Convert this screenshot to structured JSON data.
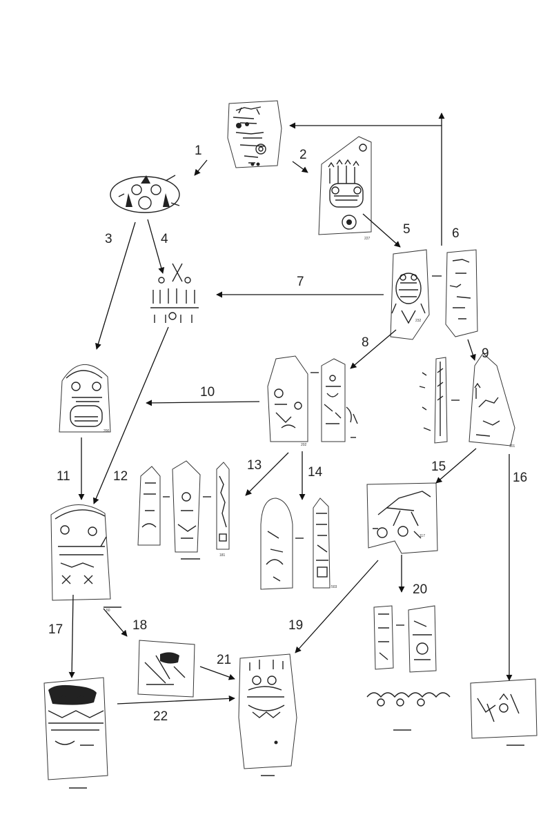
{
  "diagram": {
    "edge_labels": [
      "1",
      "2",
      "3",
      "4",
      "5",
      "6",
      "7",
      "8",
      "9",
      "10",
      "11",
      "12",
      "13",
      "14",
      "15",
      "16",
      "17",
      "18",
      "19",
      "20",
      "21",
      "22"
    ],
    "stone_numbers": {
      "n227": "227",
      "n232": "232",
      "n200": "200",
      "n202": "202",
      "n181": "181",
      "n503": "503",
      "n117": "117"
    }
  }
}
